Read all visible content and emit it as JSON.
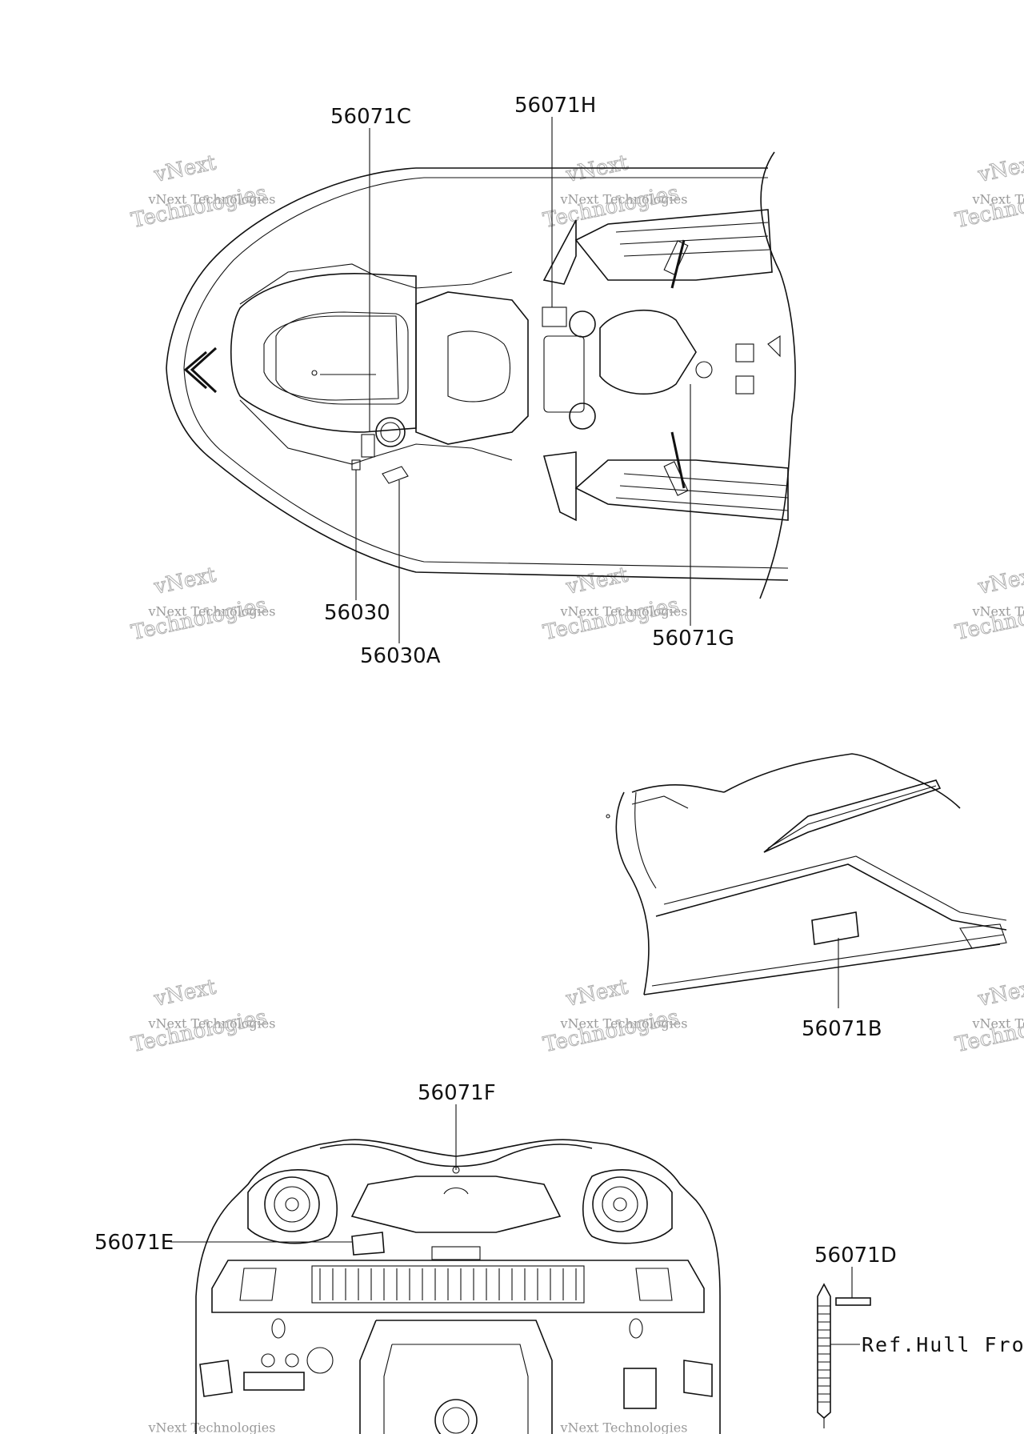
{
  "callouts": {
    "c56071C": "56071C",
    "c56071H": "56071H",
    "c56030": "56030",
    "c56030A": "56030A",
    "c56071G": "56071G",
    "c56071B": "56071B",
    "c56071F": "56071F",
    "c56071E": "56071E",
    "c56071D": "56071D",
    "ref_hull": "Ref.Hull Front"
  },
  "watermark": {
    "line1": "vNext",
    "line2": "vNext Technologies",
    "line3": "Technologies"
  }
}
